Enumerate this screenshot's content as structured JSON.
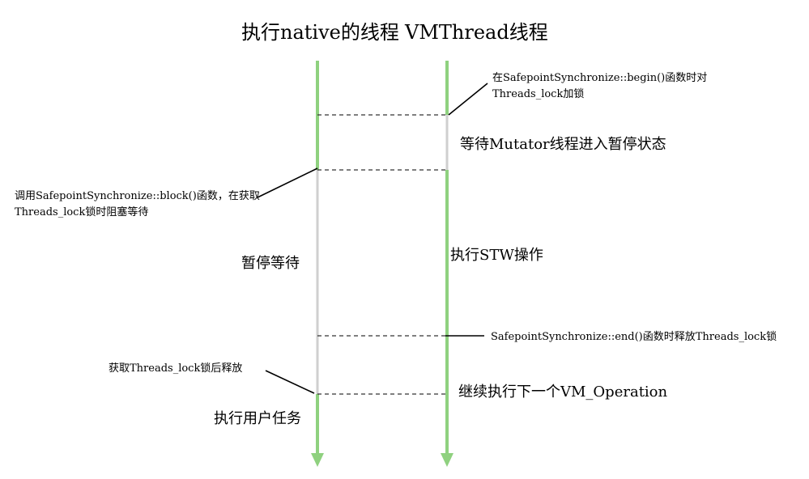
{
  "lanes": {
    "native": {
      "title": "执行native的线程"
    },
    "vm": {
      "title": "VMThread线程"
    }
  },
  "labels": {
    "begin_note": [
      "在SafepointSynchronize::begin()函数时对",
      "Threads_lock加锁"
    ],
    "wait_mutator": "等待Mutator线程进入暂停状态",
    "block_note": [
      "调用SafepointSynchronize::block()函数，在获取",
      "Threads_lock锁时阻塞等待"
    ],
    "pause_wait": "暂停等待",
    "stw_op": "执行STW操作",
    "end_note": "SafepointSynchronize::end()函数时释放Threads_lock锁",
    "release_note": "获取Threads_lock锁后释放",
    "next_vm_op": "继续执行下一个VM_Operation",
    "user_task": "执行用户任务"
  },
  "colors": {
    "active_line": "#8fd17f",
    "waiting_line": "#cfcfcf",
    "dashed": "#333333",
    "connector": "#000000"
  }
}
